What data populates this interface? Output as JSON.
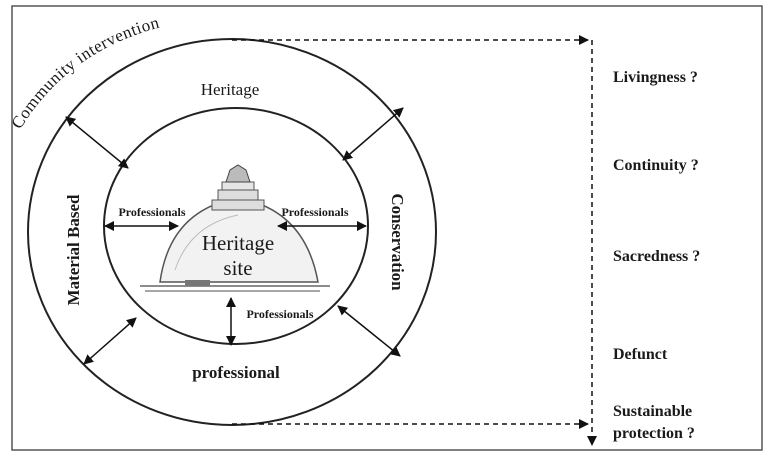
{
  "diagram": {
    "curved_label": "Community  intervention",
    "outer_ring": {
      "top": "Heritage",
      "left": "Material Based",
      "right": "Conservation",
      "bottom": "professional"
    },
    "inner_labels": {
      "left": "Professionals",
      "right": "Professionals",
      "bottom": "Professionals"
    },
    "center": {
      "line1": "Heritage",
      "line2": "site"
    }
  },
  "outcomes": {
    "livingness": "Livingness ?",
    "continuity": "Continuity ?",
    "sacredness": "Sacredness ?",
    "defunct": "Defunct",
    "sustainable_line1": "Sustainable",
    "sustainable_line2": "protection ?"
  }
}
